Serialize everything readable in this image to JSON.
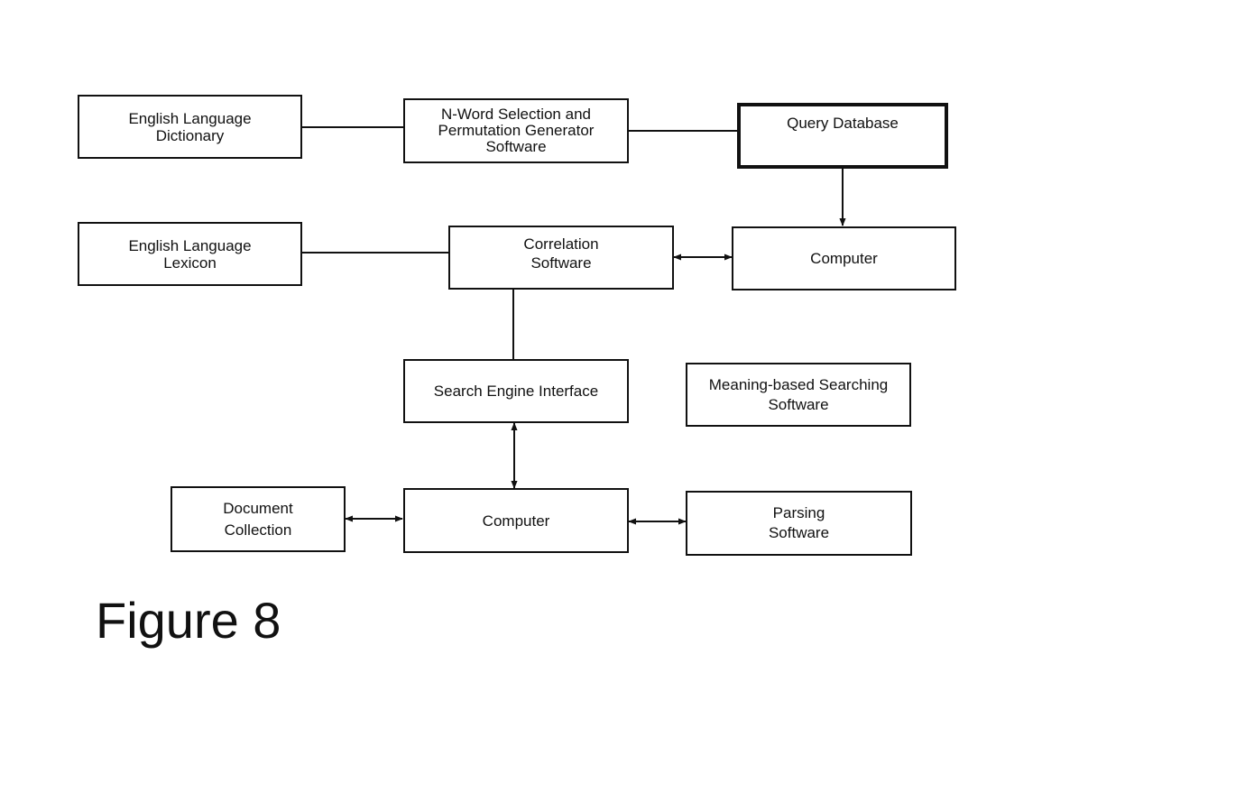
{
  "diagram": {
    "nodes": {
      "dictionary": {
        "label": "English Language\nDictionary"
      },
      "nword": {
        "label": "N-Word Selection and\nPermutation Generator\nSoftware"
      },
      "query_db": {
        "label": "Query Database"
      },
      "lexicon": {
        "label": "English Language\nLexicon"
      },
      "correlation": {
        "label": "Correlation\nSoftware"
      },
      "computer_top": {
        "label": "Computer"
      },
      "search_engine": {
        "label": "Search Engine Interface"
      },
      "meaning_search": {
        "label": "Meaning-based Searching\nSoftware"
      },
      "document_collection": {
        "label": "Document\nCollection"
      },
      "computer_bottom": {
        "label": "Computer"
      },
      "parsing": {
        "label": "Parsing\nSoftware"
      }
    },
    "edges": [
      {
        "from": "dictionary",
        "to": "nword",
        "type": "line"
      },
      {
        "from": "nword",
        "to": "query_db",
        "type": "line"
      },
      {
        "from": "query_db",
        "to": "computer_top",
        "type": "arrow"
      },
      {
        "from": "lexicon",
        "to": "correlation",
        "type": "line"
      },
      {
        "from": "correlation",
        "to": "computer_top",
        "type": "double-arrow"
      },
      {
        "from": "correlation",
        "to": "search_engine",
        "type": "line"
      },
      {
        "from": "search_engine",
        "to": "computer_bottom",
        "type": "double-arrow"
      },
      {
        "from": "document_collection",
        "to": "computer_bottom",
        "type": "double-arrow"
      },
      {
        "from": "computer_bottom",
        "to": "parsing",
        "type": "double-arrow"
      }
    ]
  },
  "figure_label": "Figure 8"
}
